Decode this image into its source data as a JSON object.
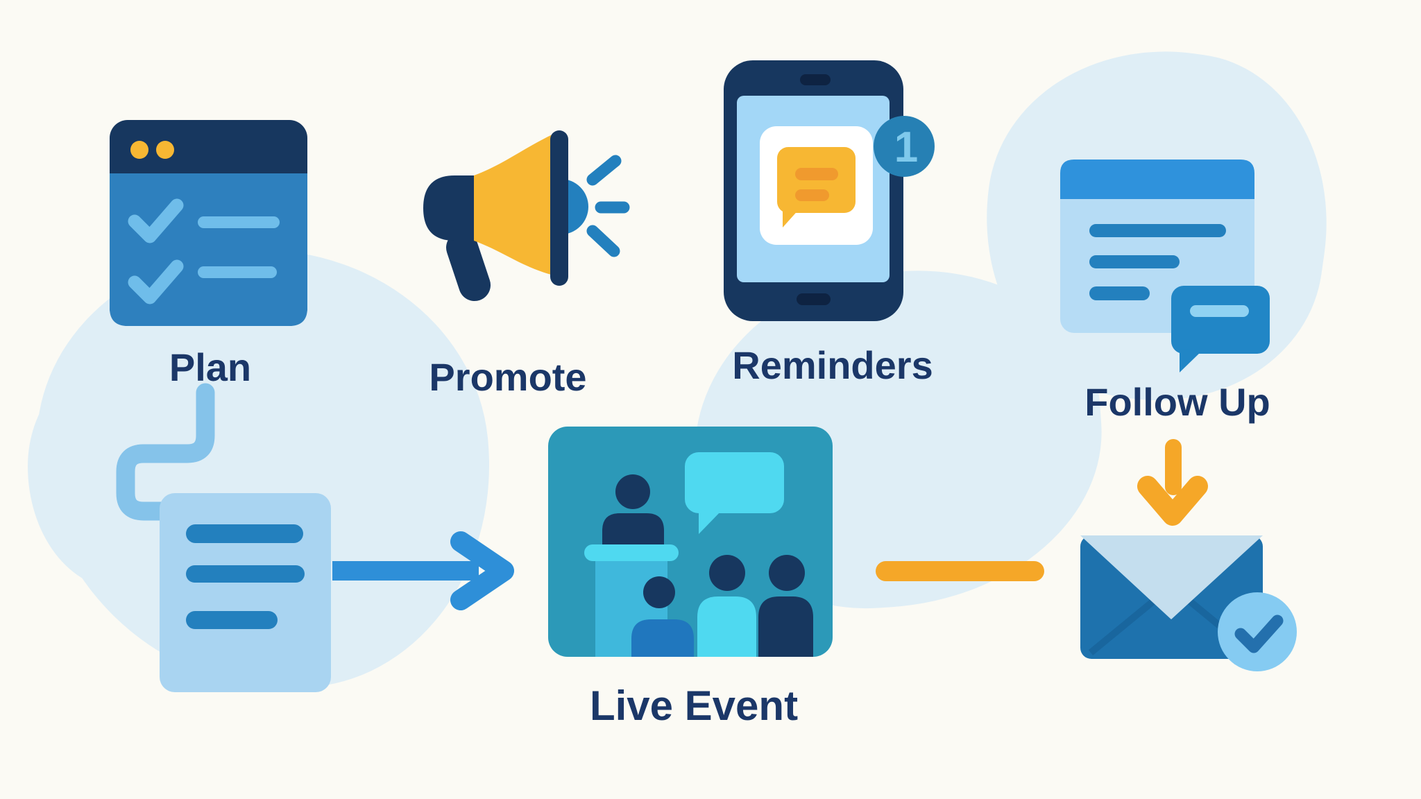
{
  "palette": {
    "bg": "#FBFAF4",
    "blob": "#DFEEF6",
    "label": "#1B3768",
    "navy": "#17375F",
    "navydark": "#0E2342",
    "midblue": "#2E80BE",
    "lightblue": "#6FBDEA",
    "paleblue": "#A9D4F1",
    "sky": "#A3D7F7",
    "lineblue": "#2380BE",
    "accent": "#2E8FD8",
    "connector": "#85C3EA",
    "yellow": "#F7B733",
    "orange": "#F5A728",
    "orangedeep": "#F09A2E",
    "teal": "#2C99B8",
    "cyan": "#3FB8DC",
    "cyanbright": "#4FD9F0",
    "audienceblue": "#2077BE",
    "badge": "#2680B4",
    "badgenum": "#7FC9EC",
    "header": "#2F92DC",
    "cardblue": "#B6DCF5",
    "bubble": "#2186C6",
    "bubbleline": "#90D2F2",
    "envelope": "#1E72AD",
    "envelopecrease": "#19669E",
    "envflap": "#C4DEEE",
    "checkcircle": "#85CBF2",
    "checkmark": "#2470AD",
    "white": "#FFFFFF"
  },
  "steps": {
    "plan": {
      "label": "Plan",
      "icon": "checklist-window-icon"
    },
    "promote": {
      "label": "Promote",
      "icon": "megaphone-icon"
    },
    "reminders": {
      "label": "Reminders",
      "icon": "phone-notification-icon",
      "badge": "1"
    },
    "follow_up": {
      "label": "Follow Up",
      "icon": "document-comment-icon"
    },
    "live_event": {
      "label": "Live Event",
      "icon": "presentation-audience-icon"
    },
    "agenda": {
      "icon": "agenda-card-icon"
    },
    "email": {
      "icon": "envelope-check-icon"
    }
  },
  "connectors": {
    "plan_to_agenda": {
      "type": "elbow-line",
      "color": "#85C3EA"
    },
    "agenda_to_live_event": {
      "type": "arrow-right",
      "color": "#2E8FD8"
    },
    "live_event_to_email": {
      "type": "bar",
      "color": "#F5A728"
    },
    "follow_up_to_email": {
      "type": "arrow-down",
      "color": "#F5A728"
    }
  }
}
